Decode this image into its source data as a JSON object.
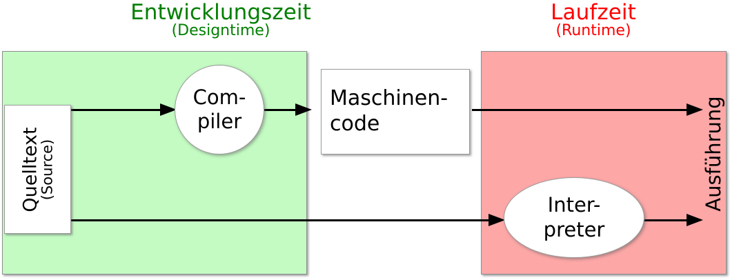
{
  "diagram": {
    "phases": [
      {
        "id": "designtime",
        "title": "Entwicklungszeit",
        "subtitle": "(Designtime)",
        "color": "#007f00",
        "panel_color": "#c3fbc3"
      },
      {
        "id": "runtime",
        "title": "Laufzeit",
        "subtitle": "(Runtime)",
        "color": "#fe0000",
        "panel_color": "#fda7a7"
      }
    ],
    "nodes": {
      "source": {
        "label_main": "Quelltext",
        "label_sub": "(Source)",
        "shape": "rectangle",
        "rotated": true
      },
      "compiler": {
        "label_line1": "Com-",
        "label_line2": "piler",
        "shape": "circle"
      },
      "machinecode": {
        "label_line1": "Maschinen-",
        "label_line2": "code",
        "shape": "rectangle"
      },
      "interpreter": {
        "label_line1": "Inter-",
        "label_line2": "preter",
        "shape": "ellipse"
      },
      "execution": {
        "label": "Ausführung",
        "rotated": true
      }
    },
    "connections": [
      {
        "id": "source-to-compiler",
        "from": "source",
        "to": "compiler"
      },
      {
        "id": "compiler-to-machinecode",
        "from": "compiler",
        "to": "machinecode"
      },
      {
        "id": "machinecode-to-execution",
        "from": "machinecode",
        "to": "execution"
      },
      {
        "id": "source-to-interpreter",
        "from": "source",
        "to": "interpreter"
      },
      {
        "id": "interpreter-to-execution",
        "from": "interpreter",
        "to": "execution"
      }
    ]
  }
}
